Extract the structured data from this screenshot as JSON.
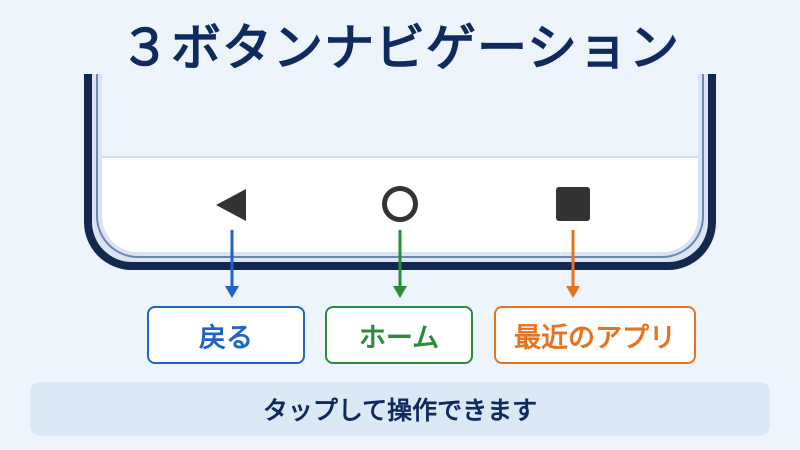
{
  "title": "３ボタンナビゲーション",
  "nav": {
    "back_icon": "back-triangle-icon",
    "home_icon": "home-circle-icon",
    "recents_icon": "recents-square-icon"
  },
  "labels": {
    "back": "戻る",
    "home": "ホーム",
    "recents": "最近のアプリ"
  },
  "footer": {
    "text": "タップして操作できます"
  },
  "colors": {
    "title": "#0f2a5e",
    "phone_frame": "#13284f",
    "back_accent": "#1f64c8",
    "home_accent": "#2a8c3a",
    "recents_accent": "#e8731e",
    "nav_icon": "#333333",
    "footer_bg": "#dbe9f7"
  }
}
